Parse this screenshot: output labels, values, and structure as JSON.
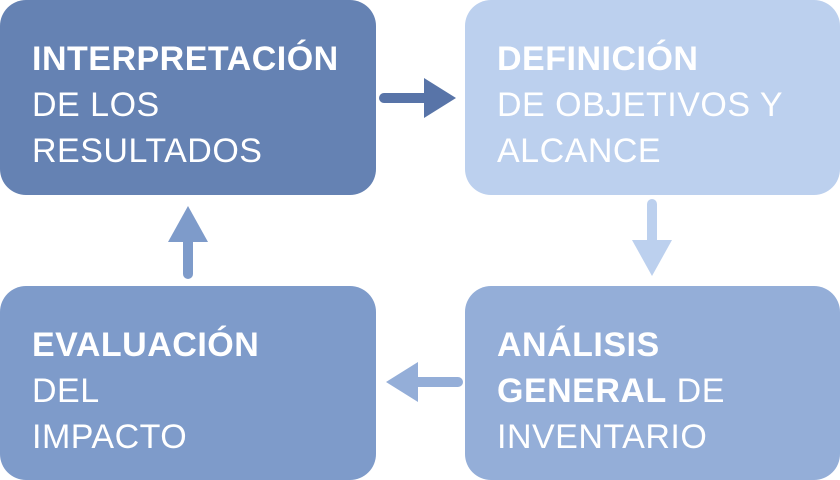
{
  "boxes": {
    "interpretation": {
      "title": "INTERPRETACIÓN",
      "line2": "DE LOS",
      "line3": "RESULTADOS",
      "color": "#6582b3"
    },
    "definition": {
      "title": "DEFINICIÓN",
      "line2": "DE OBJETIVOS Y",
      "line3": "ALCANCE",
      "color": "#bcd0ee"
    },
    "analysis": {
      "title": "ANÁLISIS",
      "line2_bold": "GENERAL",
      "line2_rest": " DE",
      "line3": "INVENTARIO",
      "color": "#94aed8"
    },
    "evaluation": {
      "title": "EVALUACIÓN",
      "line2": "DEL",
      "line3": "IMPACTO",
      "color": "#7e9bca"
    }
  },
  "arrows": {
    "right_color": "#5874a8",
    "down_color": "#bcd0ee",
    "left_color": "#94aed8",
    "up_color": "#7e9bca"
  }
}
